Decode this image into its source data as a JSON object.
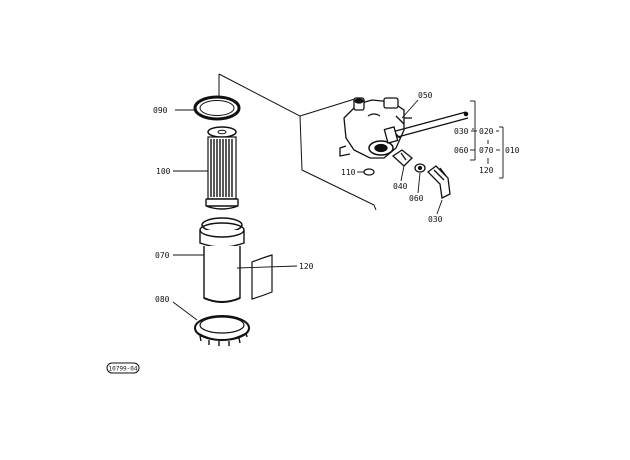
{
  "diagram": {
    "part_labels": {
      "p090": "090",
      "p100": "100",
      "p070": "070",
      "p080": "080",
      "p120_left": "120",
      "p050": "050",
      "p030_top": "030",
      "p060_top": "060",
      "p020": "020",
      "p070_right": "070",
      "p010": "010",
      "p120_right": "120",
      "p110": "110",
      "p040": "040",
      "p060_bottom": "060",
      "p030_bottom": "030"
    },
    "figure_code": "10799-04"
  },
  "colors": {
    "line": "#111111",
    "fill": "#ffffff",
    "element_hatching": "#111111"
  }
}
